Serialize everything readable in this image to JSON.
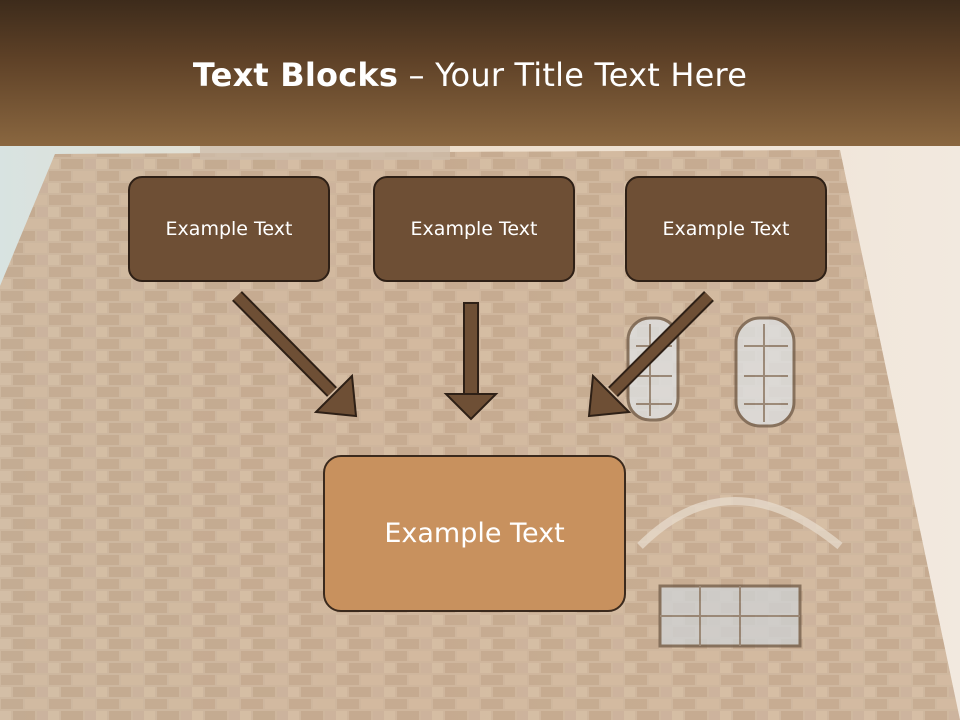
{
  "slide": {
    "title_bold": "Text Blocks",
    "title_dash": " – ",
    "title_rest": "Your Title Text Here",
    "boxes": [
      {
        "label": "Example Text"
      },
      {
        "label": "Example Text"
      },
      {
        "label": "Example Text"
      }
    ],
    "main_box": {
      "label": "Example Text"
    }
  },
  "colors": {
    "title_bar_top": "#3d2b1b",
    "title_bar_bottom": "#8a6740",
    "box_fill": "#6e4f35",
    "box_border": "#2e2016",
    "main_box_fill": "#c8915e",
    "arrow_fill": "#6e4f35"
  },
  "icons": {
    "arrow": "down-arrow-icon",
    "background": "brick-building-photo"
  }
}
